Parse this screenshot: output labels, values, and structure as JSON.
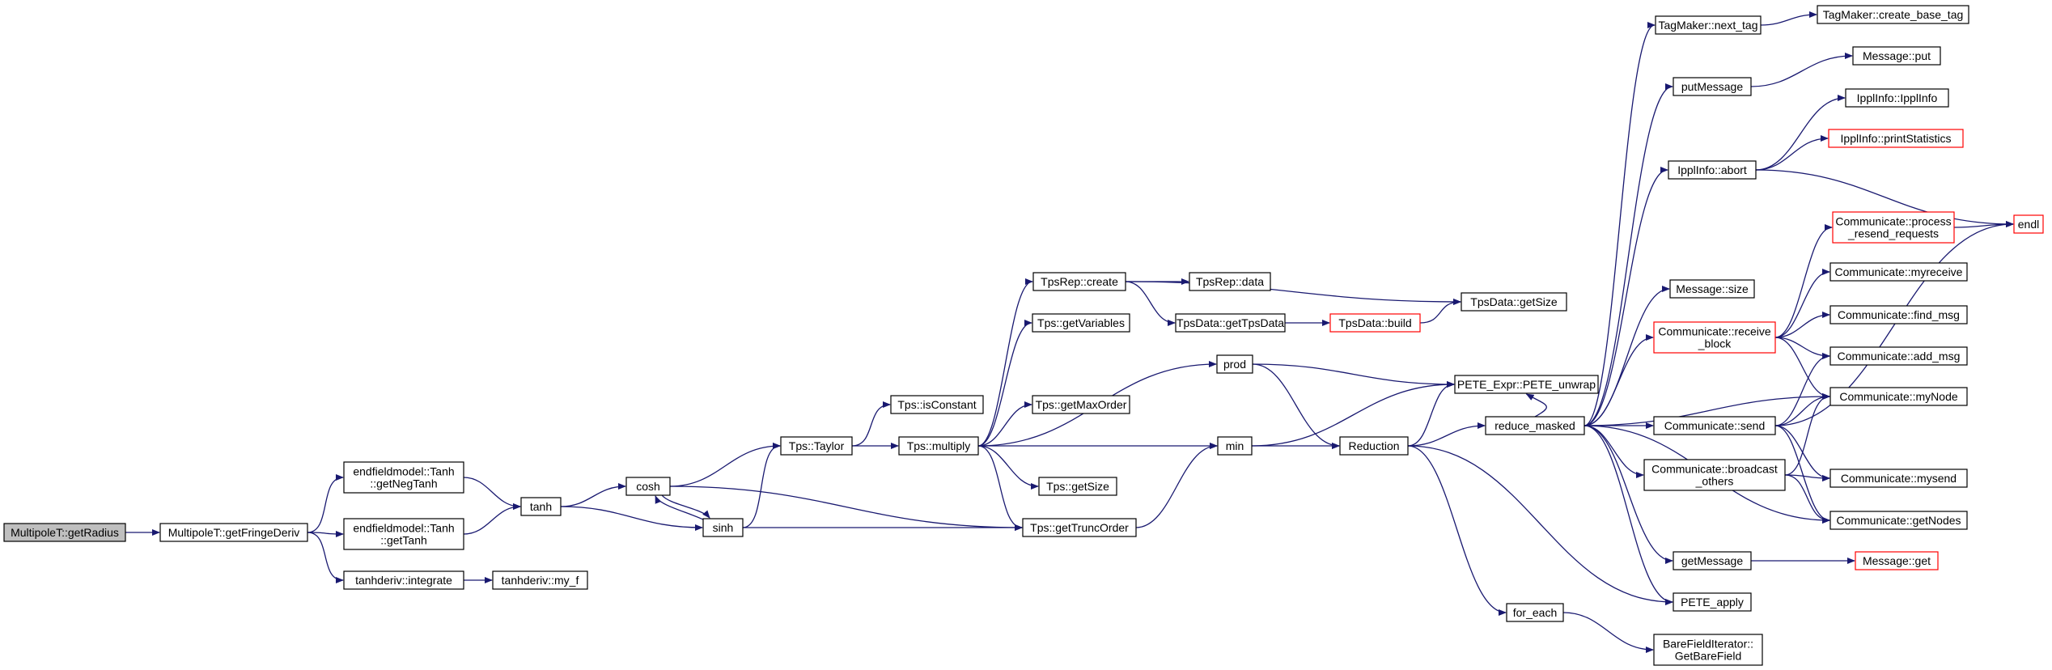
{
  "colors": {
    "edge": "#191970",
    "box_border": "#000000",
    "incomplete_border": "#ff0000",
    "root_fill": "#bfbfbf",
    "box_fill": "#ffffff"
  },
  "nodes": [
    {
      "id": "getRadius",
      "label": [
        "MultipoleT::getRadius"
      ],
      "root": true
    },
    {
      "id": "getFringeDeriv",
      "label": [
        "MultipoleT::getFringeDeriv"
      ]
    },
    {
      "id": "getNegTanh",
      "label": [
        "endfieldmodel::Tanh",
        "::getNegTanh"
      ]
    },
    {
      "id": "getTanh",
      "label": [
        "endfieldmodel::Tanh",
        "::getTanh"
      ]
    },
    {
      "id": "integrate",
      "label": [
        "tanhderiv::integrate"
      ]
    },
    {
      "id": "my_f",
      "label": [
        "tanhderiv::my_f"
      ]
    },
    {
      "id": "tanh",
      "label": [
        "tanh"
      ]
    },
    {
      "id": "cosh",
      "label": [
        "cosh"
      ]
    },
    {
      "id": "sinh",
      "label": [
        "sinh"
      ]
    },
    {
      "id": "Taylor",
      "label": [
        "Tps::Taylor"
      ]
    },
    {
      "id": "isConstant",
      "label": [
        "Tps::isConstant"
      ]
    },
    {
      "id": "multiply",
      "label": [
        "Tps::multiply"
      ]
    },
    {
      "id": "create",
      "label": [
        "TpsRep::create"
      ]
    },
    {
      "id": "TpsRep_data",
      "label": [
        "TpsRep::data"
      ]
    },
    {
      "id": "getTpsData",
      "label": [
        "TpsData::getTpsData"
      ]
    },
    {
      "id": "TpsData_build",
      "label": [
        "TpsData::build"
      ],
      "red": true
    },
    {
      "id": "TpsData_getSize",
      "label": [
        "TpsData::getSize"
      ]
    },
    {
      "id": "getVariables",
      "label": [
        "Tps::getVariables"
      ]
    },
    {
      "id": "getMaxOrder",
      "label": [
        "Tps::getMaxOrder"
      ]
    },
    {
      "id": "Tps_getSize",
      "label": [
        "Tps::getSize"
      ]
    },
    {
      "id": "getTruncOrder",
      "label": [
        "Tps::getTruncOrder"
      ]
    },
    {
      "id": "prod",
      "label": [
        "prod"
      ]
    },
    {
      "id": "min",
      "label": [
        "min"
      ]
    },
    {
      "id": "Reduction",
      "label": [
        "Reduction"
      ]
    },
    {
      "id": "PETE_unwrap",
      "label": [
        "PETE_Expr::PETE_unwrap"
      ]
    },
    {
      "id": "reduce_masked",
      "label": [
        "reduce_masked"
      ]
    },
    {
      "id": "for_each",
      "label": [
        "for_each"
      ]
    },
    {
      "id": "GetBareField",
      "label": [
        "BareFieldIterator::",
        "GetBareField"
      ]
    },
    {
      "id": "next_tag",
      "label": [
        "TagMaker::next_tag"
      ]
    },
    {
      "id": "create_base_tag",
      "label": [
        "TagMaker::create_base_tag"
      ]
    },
    {
      "id": "putMessage",
      "label": [
        "putMessage"
      ]
    },
    {
      "id": "Message_put",
      "label": [
        "Message::put"
      ]
    },
    {
      "id": "IpplInfo_ctor",
      "label": [
        "IpplInfo::IpplInfo"
      ]
    },
    {
      "id": "printStatistics",
      "label": [
        "IpplInfo::printStatistics"
      ],
      "red": true
    },
    {
      "id": "abort",
      "label": [
        "IpplInfo::abort"
      ]
    },
    {
      "id": "endl",
      "label": [
        "endl"
      ],
      "red": true
    },
    {
      "id": "process_resend",
      "label": [
        "Communicate::process",
        "_resend_requests"
      ],
      "red": true
    },
    {
      "id": "myreceive",
      "label": [
        "Communicate::myreceive"
      ]
    },
    {
      "id": "Message_size",
      "label": [
        "Message::size"
      ]
    },
    {
      "id": "receive_block",
      "label": [
        "Communicate::receive",
        "_block"
      ],
      "red": true
    },
    {
      "id": "find_msg",
      "label": [
        "Communicate::find_msg"
      ]
    },
    {
      "id": "add_msg",
      "label": [
        "Communicate::add_msg"
      ]
    },
    {
      "id": "myNode",
      "label": [
        "Communicate::myNode"
      ]
    },
    {
      "id": "send",
      "label": [
        "Communicate::send"
      ]
    },
    {
      "id": "broadcast_others",
      "label": [
        "Communicate::broadcast",
        "_others"
      ]
    },
    {
      "id": "mysend",
      "label": [
        "Communicate::mysend"
      ]
    },
    {
      "id": "getNodes",
      "label": [
        "Communicate::getNodes"
      ]
    },
    {
      "id": "getMessage",
      "label": [
        "getMessage"
      ]
    },
    {
      "id": "Message_get",
      "label": [
        "Message::get"
      ],
      "red": true
    },
    {
      "id": "PETE_apply",
      "label": [
        "PETE_apply"
      ]
    }
  ],
  "edges": [
    [
      "getRadius",
      "getFringeDeriv"
    ],
    [
      "getFringeDeriv",
      "getNegTanh"
    ],
    [
      "getFringeDeriv",
      "getTanh"
    ],
    [
      "getFringeDeriv",
      "integrate"
    ],
    [
      "integrate",
      "my_f"
    ],
    [
      "getNegTanh",
      "tanh"
    ],
    [
      "getTanh",
      "tanh"
    ],
    [
      "tanh",
      "cosh"
    ],
    [
      "tanh",
      "sinh"
    ],
    [
      "cosh",
      "sinh"
    ],
    [
      "sinh",
      "cosh"
    ],
    [
      "cosh",
      "Taylor"
    ],
    [
      "sinh",
      "Taylor"
    ],
    [
      "cosh",
      "getTruncOrder"
    ],
    [
      "sinh",
      "getTruncOrder"
    ],
    [
      "Taylor",
      "isConstant"
    ],
    [
      "Taylor",
      "multiply"
    ],
    [
      "multiply",
      "create"
    ],
    [
      "multiply",
      "getVariables"
    ],
    [
      "multiply",
      "getMaxOrder"
    ],
    [
      "multiply",
      "Tps_getSize"
    ],
    [
      "multiply",
      "getTruncOrder"
    ],
    [
      "multiply",
      "prod"
    ],
    [
      "multiply",
      "min"
    ],
    [
      "create",
      "TpsRep_data"
    ],
    [
      "create",
      "getTpsData"
    ],
    [
      "create",
      "TpsData_getSize"
    ],
    [
      "getTpsData",
      "TpsData_build"
    ],
    [
      "TpsData_build",
      "TpsData_getSize"
    ],
    [
      "getTruncOrder",
      "min"
    ],
    [
      "prod",
      "PETE_unwrap"
    ],
    [
      "prod",
      "Reduction"
    ],
    [
      "min",
      "PETE_unwrap"
    ],
    [
      "min",
      "Reduction"
    ],
    [
      "Reduction",
      "PETE_unwrap"
    ],
    [
      "Reduction",
      "reduce_masked"
    ],
    [
      "Reduction",
      "for_each"
    ],
    [
      "Reduction",
      "PETE_apply"
    ],
    [
      "for_each",
      "GetBareField"
    ],
    [
      "reduce_masked",
      "PETE_unwrap"
    ],
    [
      "reduce_masked",
      "next_tag"
    ],
    [
      "reduce_masked",
      "putMessage"
    ],
    [
      "reduce_masked",
      "abort"
    ],
    [
      "reduce_masked",
      "Message_size"
    ],
    [
      "reduce_masked",
      "receive_block"
    ],
    [
      "reduce_masked",
      "myNode"
    ],
    [
      "reduce_masked",
      "send"
    ],
    [
      "reduce_masked",
      "broadcast_others"
    ],
    [
      "reduce_masked",
      "getNodes"
    ],
    [
      "reduce_masked",
      "getMessage"
    ],
    [
      "reduce_masked",
      "PETE_apply"
    ],
    [
      "next_tag",
      "create_base_tag"
    ],
    [
      "putMessage",
      "Message_put"
    ],
    [
      "abort",
      "IpplInfo_ctor"
    ],
    [
      "abort",
      "printStatistics"
    ],
    [
      "abort",
      "endl"
    ],
    [
      "process_resend",
      "endl"
    ],
    [
      "receive_block",
      "process_resend"
    ],
    [
      "receive_block",
      "myreceive"
    ],
    [
      "receive_block",
      "find_msg"
    ],
    [
      "receive_block",
      "add_msg"
    ],
    [
      "receive_block",
      "myNode"
    ],
    [
      "send",
      "add_msg"
    ],
    [
      "send",
      "myNode"
    ],
    [
      "send",
      "endl"
    ],
    [
      "send",
      "mysend"
    ],
    [
      "send",
      "getNodes"
    ],
    [
      "broadcast_others",
      "myNode"
    ],
    [
      "broadcast_others",
      "mysend"
    ],
    [
      "broadcast_others",
      "getNodes"
    ],
    [
      "getMessage",
      "Message_get"
    ]
  ]
}
